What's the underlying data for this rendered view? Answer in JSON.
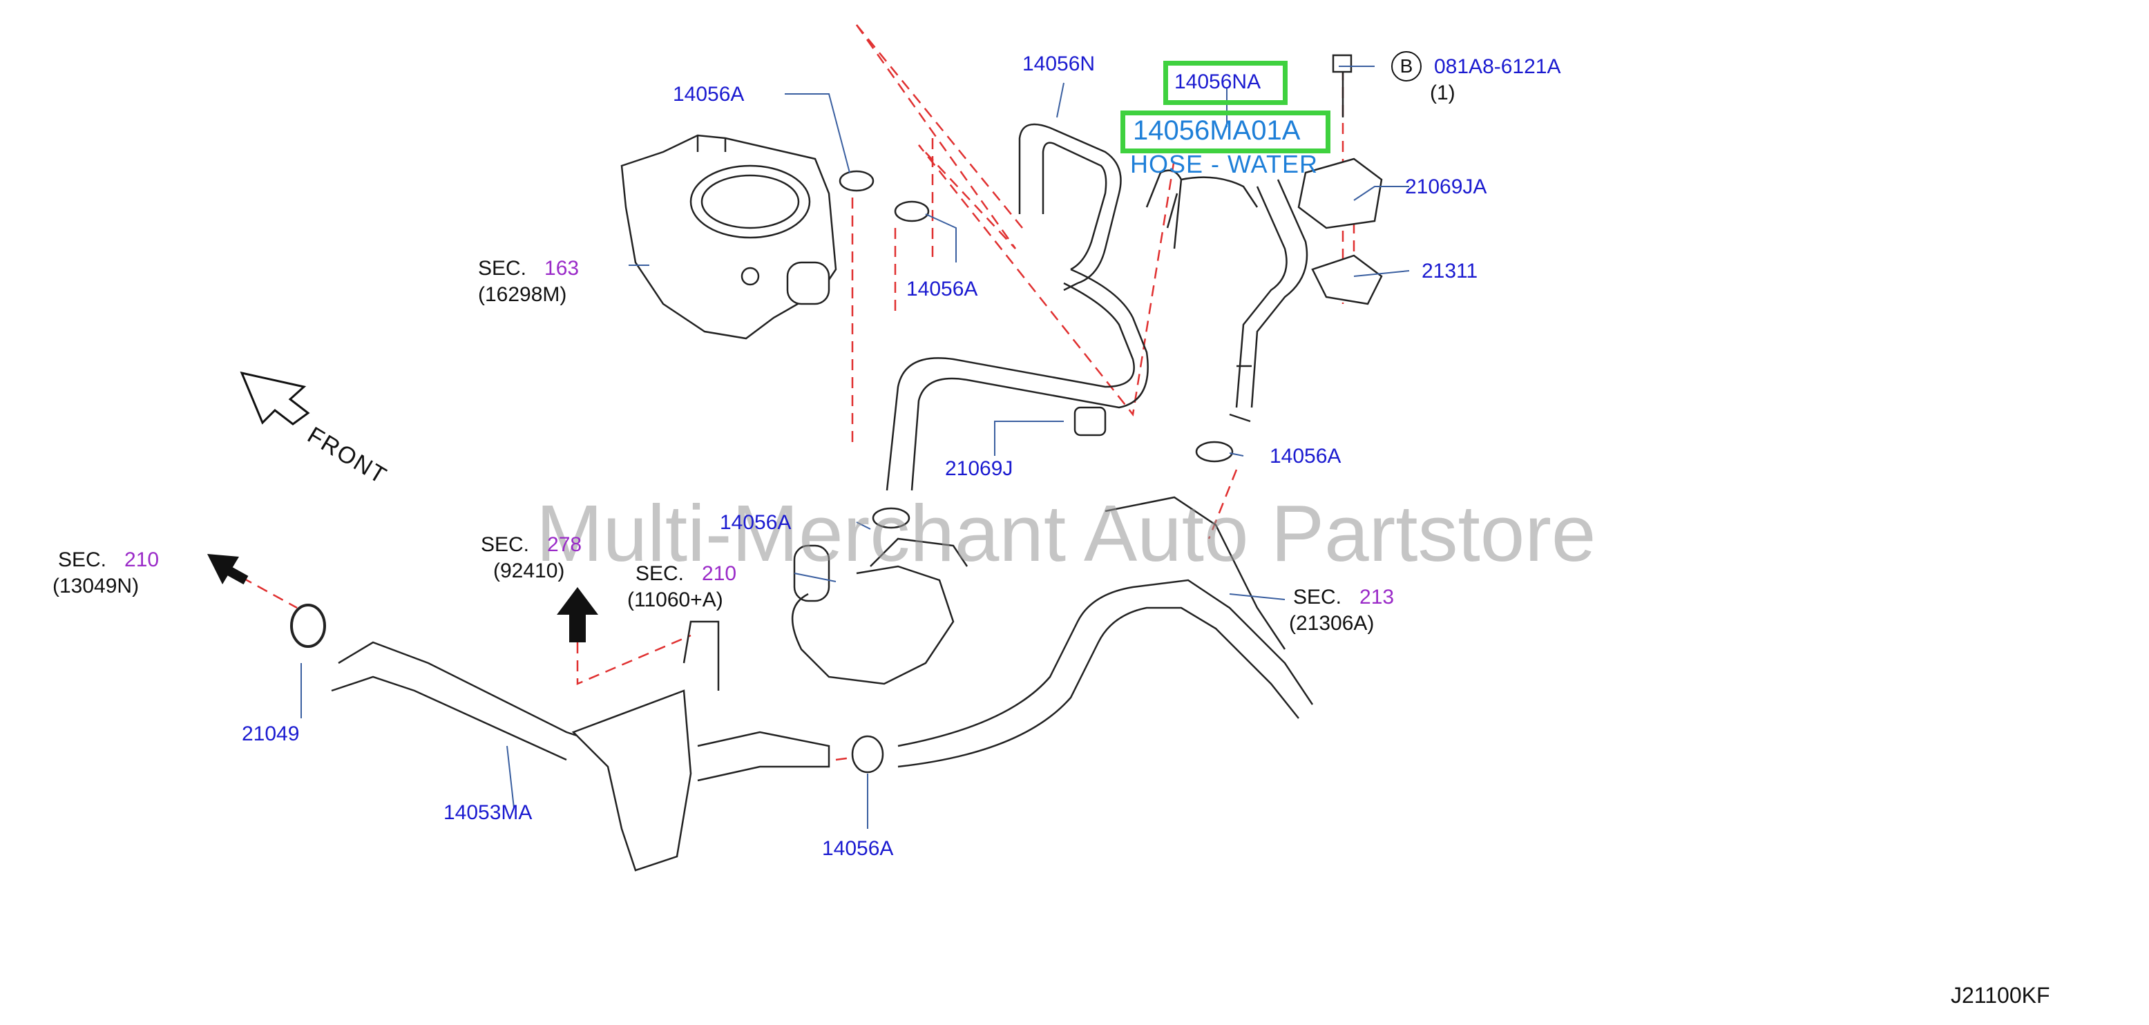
{
  "watermark": "Multi-Merchant Auto Partstore",
  "diagram_code": "J21100KF",
  "front_label": "FRONT",
  "highlight": {
    "part_no": "14056NA",
    "main_part_no": "14056MA01A",
    "description": "HOSE - WATER"
  },
  "bolt": {
    "circle_letter": "B",
    "part_no": "081A8-6121A",
    "qty": "(1)"
  },
  "labels": {
    "p14056N": "14056N",
    "p14056A_top": "14056A",
    "p14056A_tb_right": "14056A",
    "p21069JA": "21069JA",
    "p21311": "21311",
    "p14056A_right": "14056A",
    "p21069J": "21069J",
    "p14056A_mid": "14056A",
    "p21049": "21049",
    "p14053MA": "14053MA",
    "p14056A_bottom": "14056A"
  },
  "sections": {
    "sec163": {
      "prefix": "SEC.",
      "num": "163",
      "ref": "(16298M)"
    },
    "sec210_left": {
      "prefix": "SEC.",
      "num": "210",
      "ref": "(13049N)"
    },
    "sec278": {
      "prefix": "SEC.",
      "num": "278",
      "ref": "(92410)"
    },
    "sec210_mid": {
      "prefix": "SEC.",
      "num": "210",
      "ref": "(11060+A)"
    },
    "sec213": {
      "prefix": "SEC.",
      "num": "213",
      "ref": "(21306A)"
    }
  },
  "colors": {
    "part_label": "#1a1ad0",
    "section_number": "#9a2ac8",
    "highlight_border": "#3fd13f",
    "highlight_text": "#1e7fd8",
    "guide_line": "#e03030"
  }
}
